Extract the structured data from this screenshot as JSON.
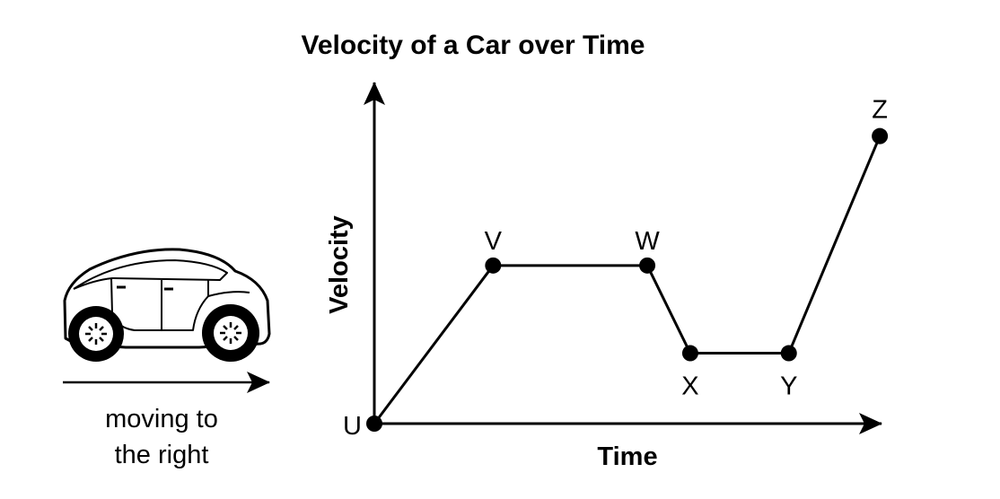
{
  "chart_data": {
    "type": "line",
    "title": "Velocity of a Car over Time",
    "xlabel": "Time",
    "ylabel": "Velocity",
    "xlim": [
      0,
      10.3
    ],
    "ylim": [
      0,
      11.8
    ],
    "grid": false,
    "points": [
      {
        "label": "U",
        "x": 0,
        "y": 0
      },
      {
        "label": "V",
        "x": 2.35,
        "y": 5.5
      },
      {
        "label": "W",
        "x": 5.4,
        "y": 5.5
      },
      {
        "label": "X",
        "x": 6.25,
        "y": 2.45
      },
      {
        "label": "Y",
        "x": 8.2,
        "y": 2.45
      },
      {
        "label": "Z",
        "x": 10.0,
        "y": 10.0
      }
    ],
    "line_color": "#000000"
  },
  "car": {
    "caption_line1": "moving to",
    "caption_line2": "the right"
  }
}
